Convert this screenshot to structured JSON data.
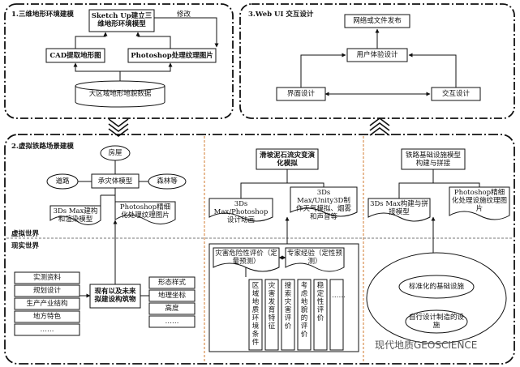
{
  "section1": {
    "title": "1.三维地形环境建模",
    "sketchup": "Sketch Up建立三维地形环境模型",
    "modify": "修改",
    "cad": "CAD提取地形图",
    "photoshop": "Photoshop处理纹理图片",
    "database": "大区域地形地貌数据"
  },
  "section3": {
    "title": "3.Web UI 交互设计",
    "publish": "网络或文件发布",
    "ux": "用户体验设计",
    "interface": "界面设计",
    "interaction": "交互设计"
  },
  "section2": {
    "title": "2.虚拟铁路场景建模",
    "house": "房屋",
    "road": "道路",
    "carrier": "承灾体模型",
    "forest": "森林等",
    "max_build": "3Ds Max建构和渲染模型",
    "ps_refine": "Photoshop精细化处理纹理图片",
    "disaster_sim": "滑坡泥石流灾变演化模拟",
    "anim": "3Ds Max/Photoshop设计动画",
    "unity": "3Ds Max/Unity3D制作天气模拟、烟雾和声音等",
    "rail_build": "铁路基础设施模型构建与拼接",
    "rail_max": "3Ds Max构建与拼接模型",
    "rail_ps": "Photoshop精细化处理设施纹理图片"
  },
  "worlds": {
    "virtual": "虚拟世界",
    "real": "现实世界"
  },
  "real": {
    "inputs": [
      "实测资料",
      "规划设计",
      "生产产业结构",
      "地方特色",
      "……"
    ],
    "center": "现有以及未来拟建设构筑物",
    "attrs": [
      "形态样式",
      "地理坐标",
      "高度",
      "……"
    ],
    "risk": "灾害危险性评价（定量预测）",
    "expert": "专家经验（定性预测）",
    "columns": [
      "区域地质环境条件",
      "灾害发育特征",
      "搜索灾害评价",
      "考虑地貌的评价",
      "稳定性评价",
      "……"
    ],
    "std": "标准化的基础设施",
    "self": "自行设计制造的设施"
  },
  "watermark": "现代地质GEOSCIENCE"
}
